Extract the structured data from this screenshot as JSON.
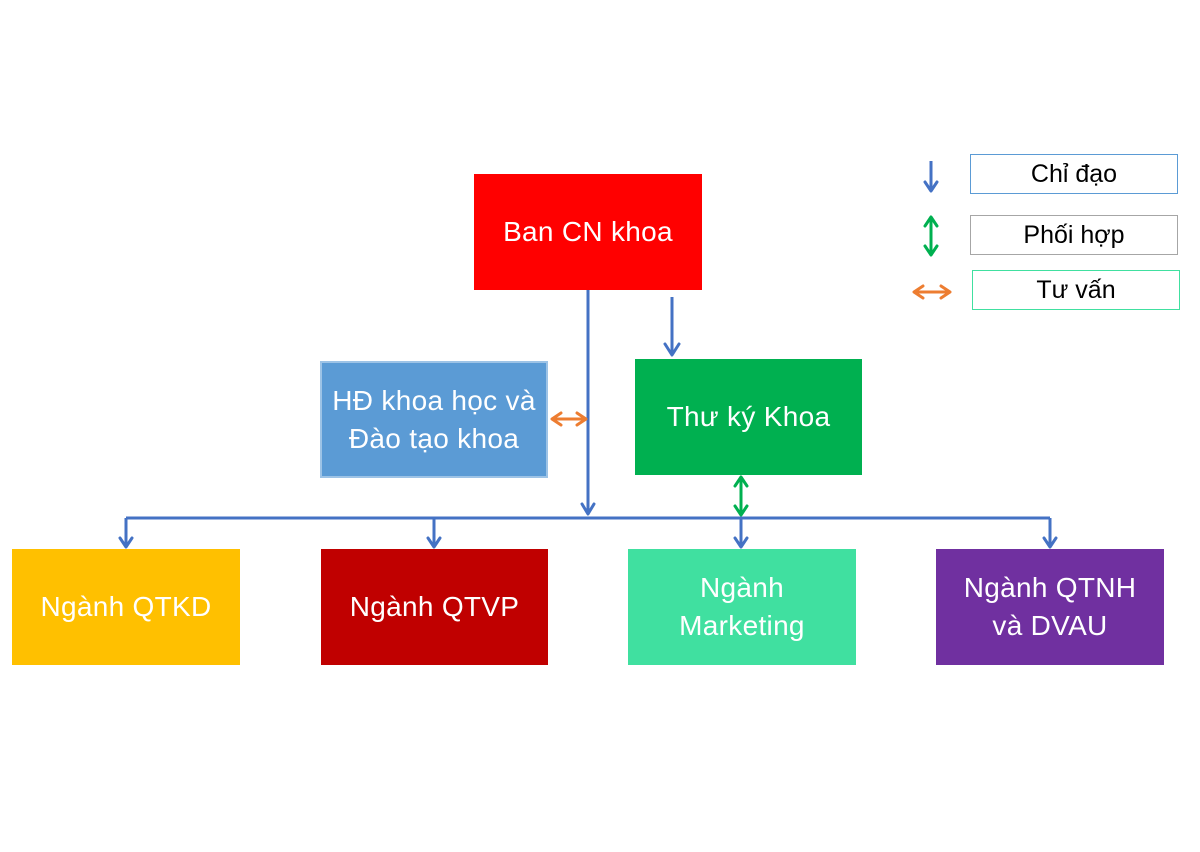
{
  "nodes": {
    "head": {
      "label": "Ban CN khoa",
      "color": "#ff0000"
    },
    "council": {
      "label_line1": "HĐ khoa học và",
      "label_line2": "Đào tạo khoa",
      "color": "#5b9bd5",
      "border": "#9dc3e6"
    },
    "secretary": {
      "label": "Thư ký Khoa",
      "color": "#00b050"
    },
    "qtkd": {
      "label": "Ngành QTKD",
      "color": "#ffc000"
    },
    "qtvp": {
      "label": "Ngành QTVP",
      "color": "#c00000"
    },
    "marketing": {
      "label_line1": "Ngành",
      "label_line2": "Marketing",
      "color": "#40e0a0"
    },
    "qtnh": {
      "label_line1": "Ngành QTNH",
      "label_line2": "và DVAU",
      "color": "#7030a0"
    }
  },
  "legend": {
    "direct": {
      "label": "Chỉ đạo",
      "arrow_color": "#4472c4",
      "border": "#5b9bd5"
    },
    "coordinate": {
      "label": "Phối hợp",
      "arrow_color": "#00b050",
      "border": "#a6a6a6"
    },
    "advise": {
      "label": "Tư vấn",
      "arrow_color": "#ed7d31",
      "border": "#40e0a0"
    }
  },
  "colors": {
    "direct_line": "#4472c4",
    "coordinate_line": "#00b050",
    "advise_line": "#ed7d31"
  }
}
